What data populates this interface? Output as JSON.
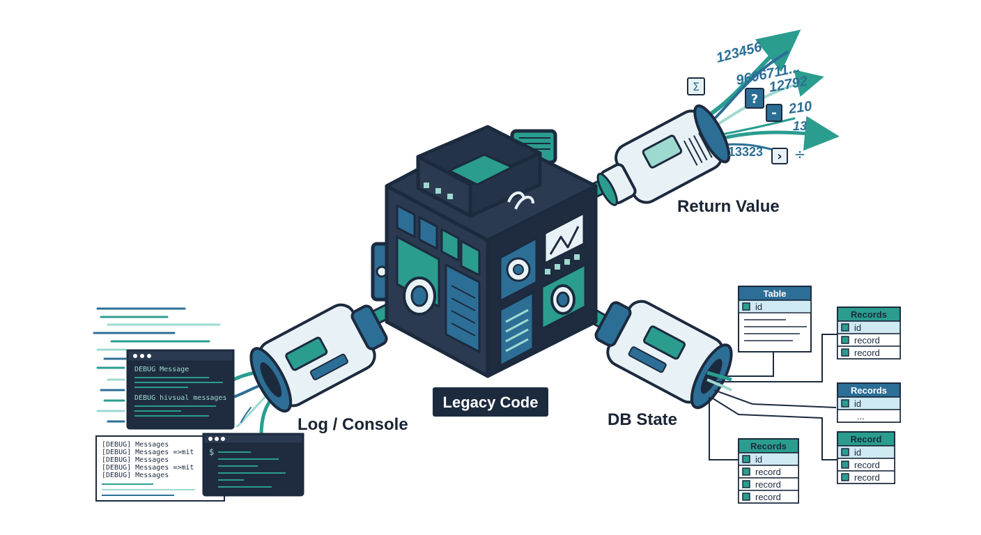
{
  "labels": {
    "center": "Legacy Code",
    "log": "Log / Console",
    "ret": "Return Value",
    "db": "DB State"
  },
  "return_values": {
    "numbers": [
      "123456",
      "9606711...",
      "12792",
      "210",
      "13",
      "13323"
    ],
    "symbols": [
      "Σ",
      "?",
      "-",
      "›",
      "÷"
    ]
  },
  "console": {
    "top_lines": [
      "DEBUG Message",
      "DEBUG hivsual messages"
    ],
    "log_lines": [
      "[DEBUG] Messages",
      "[DEBUG] Messages =>mit",
      "[DEBUG] Messages",
      "[DEBUG] Messages =>mit",
      "[DEBUG] Messages"
    ],
    "prompt": "$"
  },
  "db": {
    "table": {
      "title": "Table",
      "rows": [
        "id"
      ]
    },
    "records_a": {
      "title": "Records",
      "rows": [
        "id",
        "record",
        "record"
      ]
    },
    "records_b": {
      "title": "Records",
      "rows": [
        "id",
        "..."
      ]
    },
    "record_c": {
      "title": "Record",
      "rows": [
        "id",
        "record",
        "record"
      ]
    },
    "records_d": {
      "title": "Records",
      "rows": [
        "id",
        "record",
        "record",
        "record"
      ]
    }
  },
  "colors": {
    "outline": "#1c2a3e",
    "cube_dark": "#2b3a50",
    "teal": "#2a9d8f",
    "teal_light": "#9ed9d0",
    "blue": "#2c6e96",
    "pale": "#e8f2f6"
  }
}
